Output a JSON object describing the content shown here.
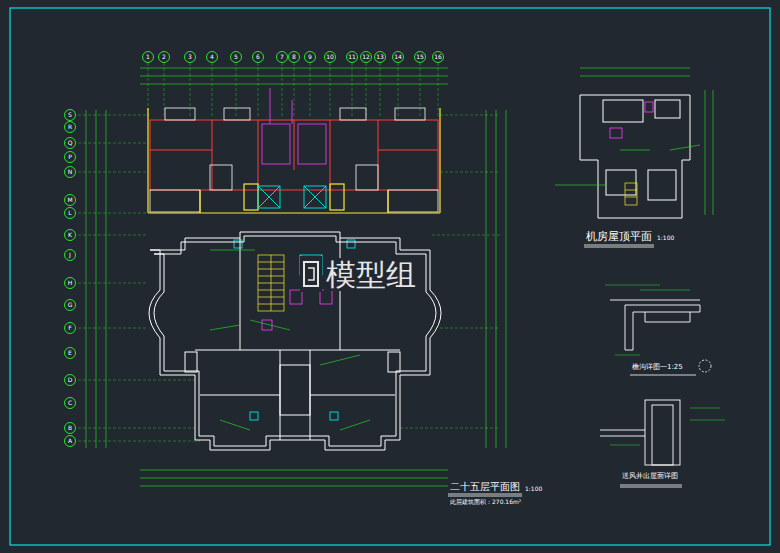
{
  "diagram": {
    "labels": [
      "模型组",
      "二十五层平面图",
      "1:100",
      "此层建筑面积：270.16m²",
      "机房屋顶平面",
      "1:100",
      "檐沟详图一1:25",
      "送风井出屋面详图",
      "1",
      "2",
      "3",
      "4",
      "5",
      "6",
      "7",
      "8",
      "9",
      "10",
      "11",
      "12",
      "13",
      "14",
      "15",
      "16",
      "S",
      "R",
      "Q",
      "P",
      "N",
      "M",
      "L",
      "K",
      "J",
      "H",
      "G",
      "F",
      "E",
      "D",
      "C",
      "B",
      "A"
    ]
  }
}
